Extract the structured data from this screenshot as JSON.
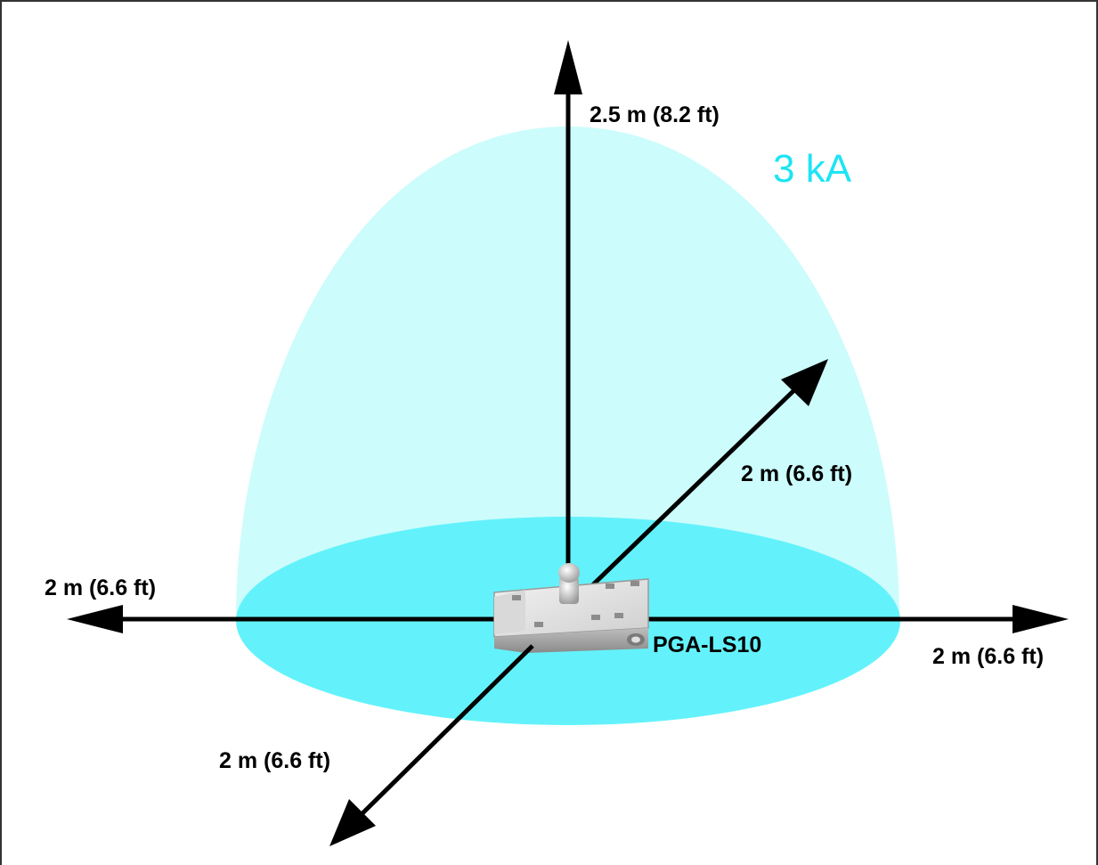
{
  "diagram": {
    "current_label": "3 kA",
    "device_label": "PGA-LS10",
    "axes": {
      "up": "2.5 m (8.2 ft)",
      "back": "2 m (6.6 ft)",
      "left": "2 m (6.6 ft)",
      "right": "2 m (6.6 ft)",
      "front": "2 m (6.6 ft)"
    }
  },
  "colors": {
    "dome": "#ccfcfc",
    "base": "#63f2fb",
    "accent_text": "#1ee4f4",
    "arrows": "#000000",
    "frame": "#333333"
  },
  "icons": {
    "device": "sensor-device-icon"
  }
}
